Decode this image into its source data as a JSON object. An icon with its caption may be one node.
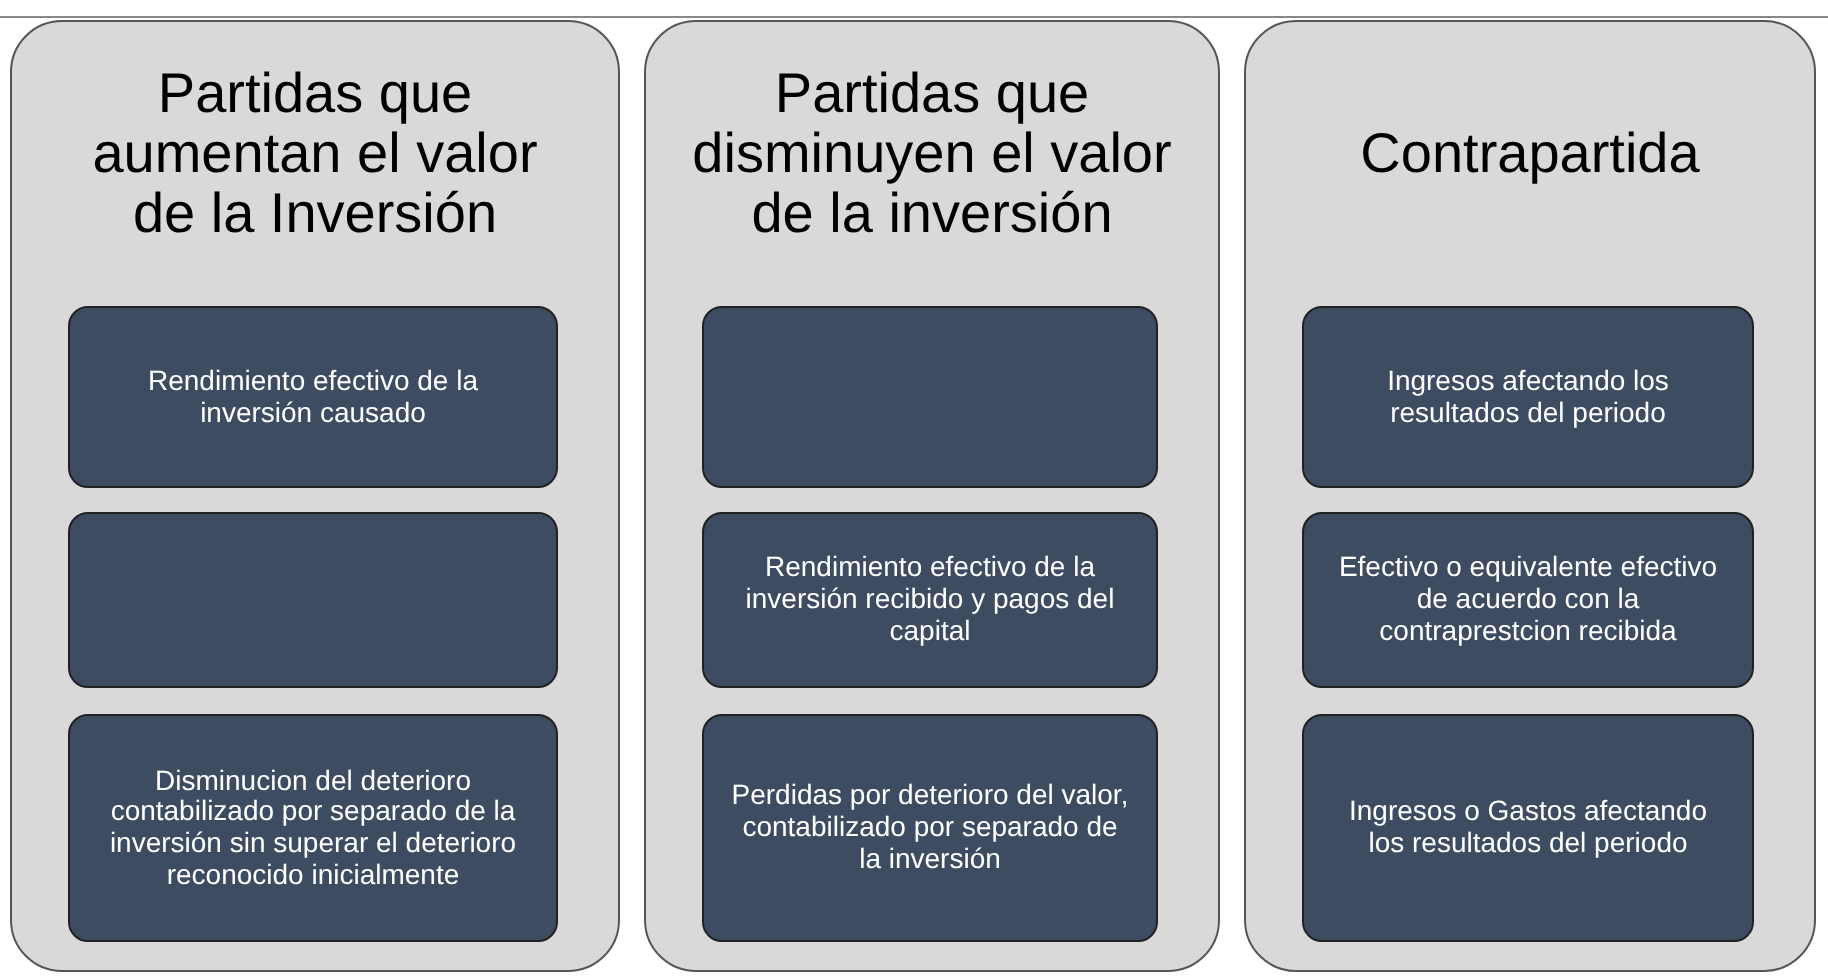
{
  "diagram": {
    "nodes": [
      {
        "text": [
          "Partidas que aumentan el valor de la Inversión"
        ]
      },
      {
        "text": [
          "Rendimiento efectivo de la inversión causado"
        ],
        "in": 0
      },
      {
        "text": [],
        "shape": "box",
        "in": 0
      },
      {
        "text": [
          "Disminucion del deterioro contabilizado por separado de la inversión sin superar el deterioro reconocido inicialmente"
        ],
        "in": 0
      },
      {
        "text": [
          "Partidas que disminuyen el valor de la inversión"
        ]
      },
      {
        "text": [],
        "shape": "box",
        "in": 4
      },
      {
        "text": [
          "Rendimiento efectivo de la inversión recibido y pagos del capital"
        ],
        "in": 4
      },
      {
        "text": [
          "Perdidas por deterioro del valor, contabilizado por separado de la inversión"
        ],
        "in": 4
      },
      {
        "text": [
          "Contrapartida"
        ]
      },
      {
        "text": [
          "Ingresos afectando los resultados del periodo"
        ],
        "in": 8
      },
      {
        "text": [
          "Efectivo o equivalente efectivo de acuerdo con la contraprestcion recibida"
        ],
        "in": 8
      },
      {
        "text": [
          "Ingresos o Gastos afectando los resultados del periodo"
        ],
        "in": 8
      }
    ]
  }
}
